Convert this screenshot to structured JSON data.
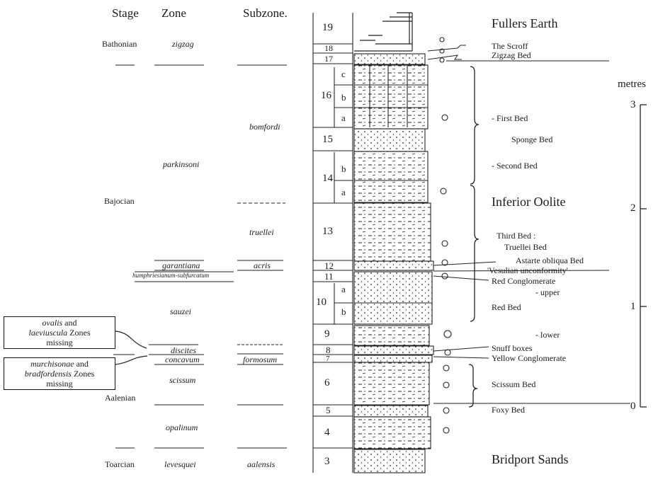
{
  "headers": {
    "stage": "Stage",
    "zone": "Zone",
    "subzone": "Subzone."
  },
  "stages": {
    "bathonian": "Bathonian",
    "bajocian": "Bajocian",
    "aalenian": "Aalenian",
    "toarcian": "Toarcian"
  },
  "zones": {
    "zigzag": "zigzag",
    "parkinsoni": "parkinsoni",
    "garantiana": "garantiana",
    "humph": "humphriesianum-subfurcatum",
    "sauzei": "sauzei",
    "discites": "discites",
    "concavum": "concavum",
    "scissum": "scissum",
    "opalinum": "opalinum",
    "levesquei": "levesquei"
  },
  "subzones": {
    "bomfordi": "bomfordi",
    "truellei": "truellei",
    "acris": "acris",
    "formosum": "formosum",
    "aalensis": "aalensis"
  },
  "beds": {
    "b19": "19",
    "b18": "18",
    "b17": "17",
    "b16": "16",
    "b16c": "c",
    "b16b": "b",
    "b16a": "a",
    "b15": "15",
    "b14": "14",
    "b14b": "b",
    "b14a": "a",
    "b13": "13",
    "b12": "12",
    "b11": "11",
    "b10": "10",
    "b10a": "a",
    "b10b": "b",
    "b9": "9",
    "b8": "8",
    "b7": "7",
    "b6": "6",
    "b5": "5",
    "b4": "4",
    "b3": "3"
  },
  "formations": {
    "fullers": "Fullers Earth",
    "inferior": "Inferior Oolite",
    "bridport": "Bridport Sands"
  },
  "labels": {
    "scroff": "The Scroff",
    "zigzagbed": "Zigzag Bed",
    "firstbed": "- First Bed",
    "spongebed": "Sponge Bed",
    "secondbed": "- Second Bed",
    "thirdbed": "Third Bed :",
    "truelleibed": "Truellei Bed",
    "astarte": "Astarte obliqua Bed",
    "vesulian": "'Vesulian unconformity'",
    "redcong": "Red Conglomerate",
    "upper": "- upper",
    "redbed": "Red Bed",
    "lower": "- lower",
    "snuff": "Snuff boxes",
    "yellowcong": "Yellow Conglomerate",
    "scissumbed": "Scissum Bed",
    "foxy": "Foxy Bed"
  },
  "missing": {
    "box1_a": "ovalis",
    "box1_b": "and",
    "box1_c": "laeviuscula",
    "box1_d": "Zones",
    "box1_e": "missing",
    "box2_a": "murchisonae",
    "box2_b": "and",
    "box2_c": "bradfordensis",
    "box2_d": "Zones",
    "box2_e": "missing"
  },
  "scale": {
    "unit": "metres",
    "t3": "3",
    "t2": "2",
    "t1": "1",
    "t0": "0"
  }
}
